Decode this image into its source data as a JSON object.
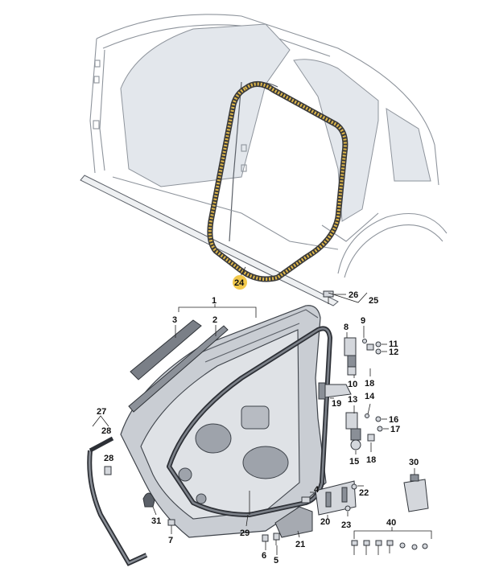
{
  "callouts": {
    "c1": "1",
    "c2": "2",
    "c3": "3",
    "c4": "4",
    "c5": "5",
    "c6": "6",
    "c7": "7",
    "c8": "8",
    "c9": "9",
    "c10": "10",
    "c11": "11",
    "c12": "12",
    "c13": "13",
    "c14": "14",
    "c15": "15",
    "c16": "16",
    "c17": "17",
    "c18a": "18",
    "c18b": "18",
    "c19": "19",
    "c20": "20",
    "c21": "21",
    "c22": "22",
    "c23": "23",
    "c24": "24",
    "c25": "25",
    "c26": "26",
    "c27": "27",
    "c28a": "28",
    "c28b": "28",
    "c29": "29",
    "c30": "30",
    "c31": "31",
    "c40": "40"
  },
  "colors": {
    "highlight_seal": "#e0b84a",
    "highlight_badge": "#f2c94c",
    "outline": "#3e434a",
    "body_line": "#8e949c"
  }
}
